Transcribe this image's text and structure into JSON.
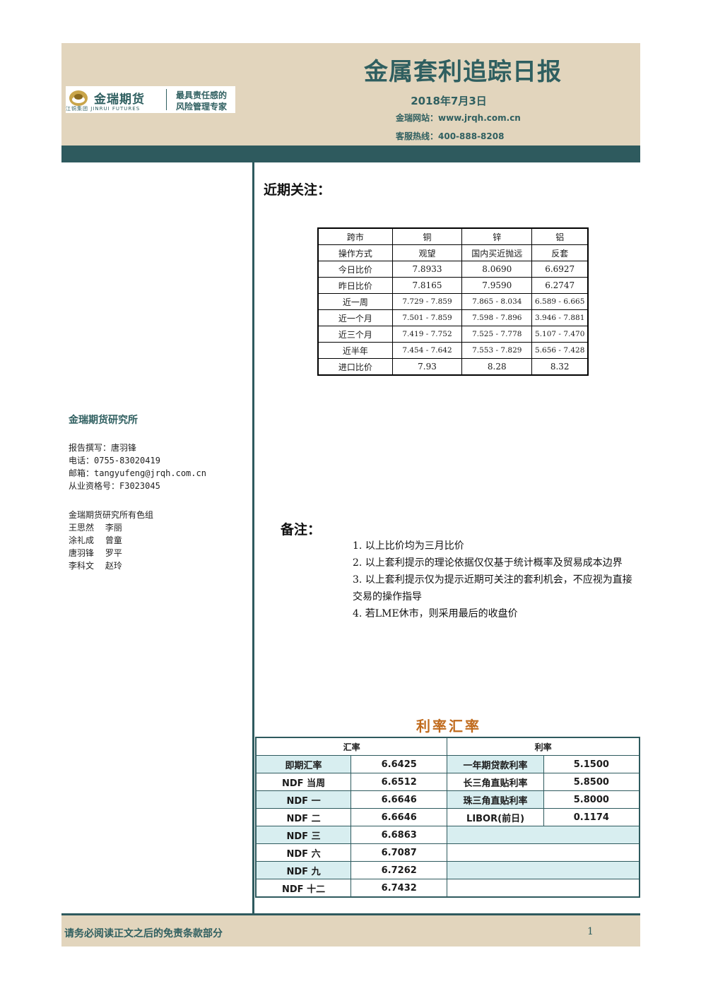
{
  "header": {
    "title": "金属套利追踪日报",
    "date": "2018年7月3日",
    "website": "金瑞网站：www.jrqh.com.cn",
    "hotline": "客服热线：400-888-8208"
  },
  "logo": {
    "name": "金瑞期货",
    "sub": "江铜集团 JINRUI FUTURES",
    "slogan_line1": "最具责任感的",
    "slogan_line2": "风险管理专家"
  },
  "focus": {
    "heading": "近期关注：",
    "table": {
      "columns": [
        "跨市",
        "铜",
        "锌",
        "铝"
      ],
      "rows": [
        [
          "操作方式",
          "观望",
          "国内买近抛远",
          "反套"
        ],
        [
          "今日比价",
          "7.8933",
          "8.0690",
          "6.6927"
        ],
        [
          "昨日比价",
          "7.8165",
          "7.9590",
          "6.2747"
        ],
        [
          "近一周",
          "7.729 - 7.859",
          "7.865 - 8.034",
          "6.589 - 6.665"
        ],
        [
          "近一个月",
          "7.501 - 7.859",
          "7.598 - 7.896",
          "3.946 - 7.881"
        ],
        [
          "近三个月",
          "7.419 - 7.752",
          "7.525 - 7.778",
          "5.107 - 7.470"
        ],
        [
          "近半年",
          "7.454 - 7.642",
          "7.553 - 7.829",
          "5.656 - 7.428"
        ],
        [
          "进口比价",
          "7.93",
          "8.28",
          "8.32"
        ]
      ]
    }
  },
  "left": {
    "org": "金瑞期货研究所",
    "author_lines": [
      "报告撰写：唐羽锋",
      "电话：0755-83020419",
      "邮箱：tangyufeng@jrqh.com.cn",
      "从业资格号：F3023045"
    ],
    "team_lines": [
      "金瑞期货研究所有色组",
      "王思然　 李丽",
      "涂礼成　 曾童",
      "唐羽锋　 罗平",
      "李科文　 赵玲"
    ]
  },
  "notes": {
    "heading": "备注：",
    "items": [
      "1. 以上比价均为三月比价",
      "2. 以上套利提示的理论依据仅仅基于统计概率及贸易成本边界",
      "3. 以上套利提示仅为提示近期可关注的套利机会，不应视为直接交易的操作指导",
      "4. 若LME休市，则采用最后的收盘价"
    ]
  },
  "rates": {
    "title": "利率汇率",
    "fx_header": "汇率",
    "ir_header": "利率",
    "fx": [
      {
        "label": "即期汇率",
        "value": "6.6425"
      },
      {
        "label": "NDF 当周",
        "value": "6.6512"
      },
      {
        "label": "NDF 一",
        "value": "6.6646"
      },
      {
        "label": "NDF 二",
        "value": "6.6646"
      },
      {
        "label": "NDF 三",
        "value": "6.6863"
      },
      {
        "label": "NDF 六",
        "value": "6.7087"
      },
      {
        "label": "NDF 九",
        "value": "6.7262"
      },
      {
        "label": "NDF 十二",
        "value": "6.7432"
      }
    ],
    "ir": [
      {
        "label": "一年期贷款利率",
        "value": "5.1500"
      },
      {
        "label": "长三角直贴利率",
        "value": "5.8500"
      },
      {
        "label": "珠三角直贴利率",
        "value": "5.8000"
      },
      {
        "label": "LIBOR(前日)",
        "value": "0.1174"
      }
    ]
  },
  "footer": {
    "disclaimer": "请务必阅读正文之后的免责条款部分",
    "page": "1"
  },
  "colors": {
    "teal": "#2e5a5e",
    "beige": "#e2d5bd",
    "accent_orange": "#c06a1c",
    "cell_shade": "#d8eef0"
  }
}
